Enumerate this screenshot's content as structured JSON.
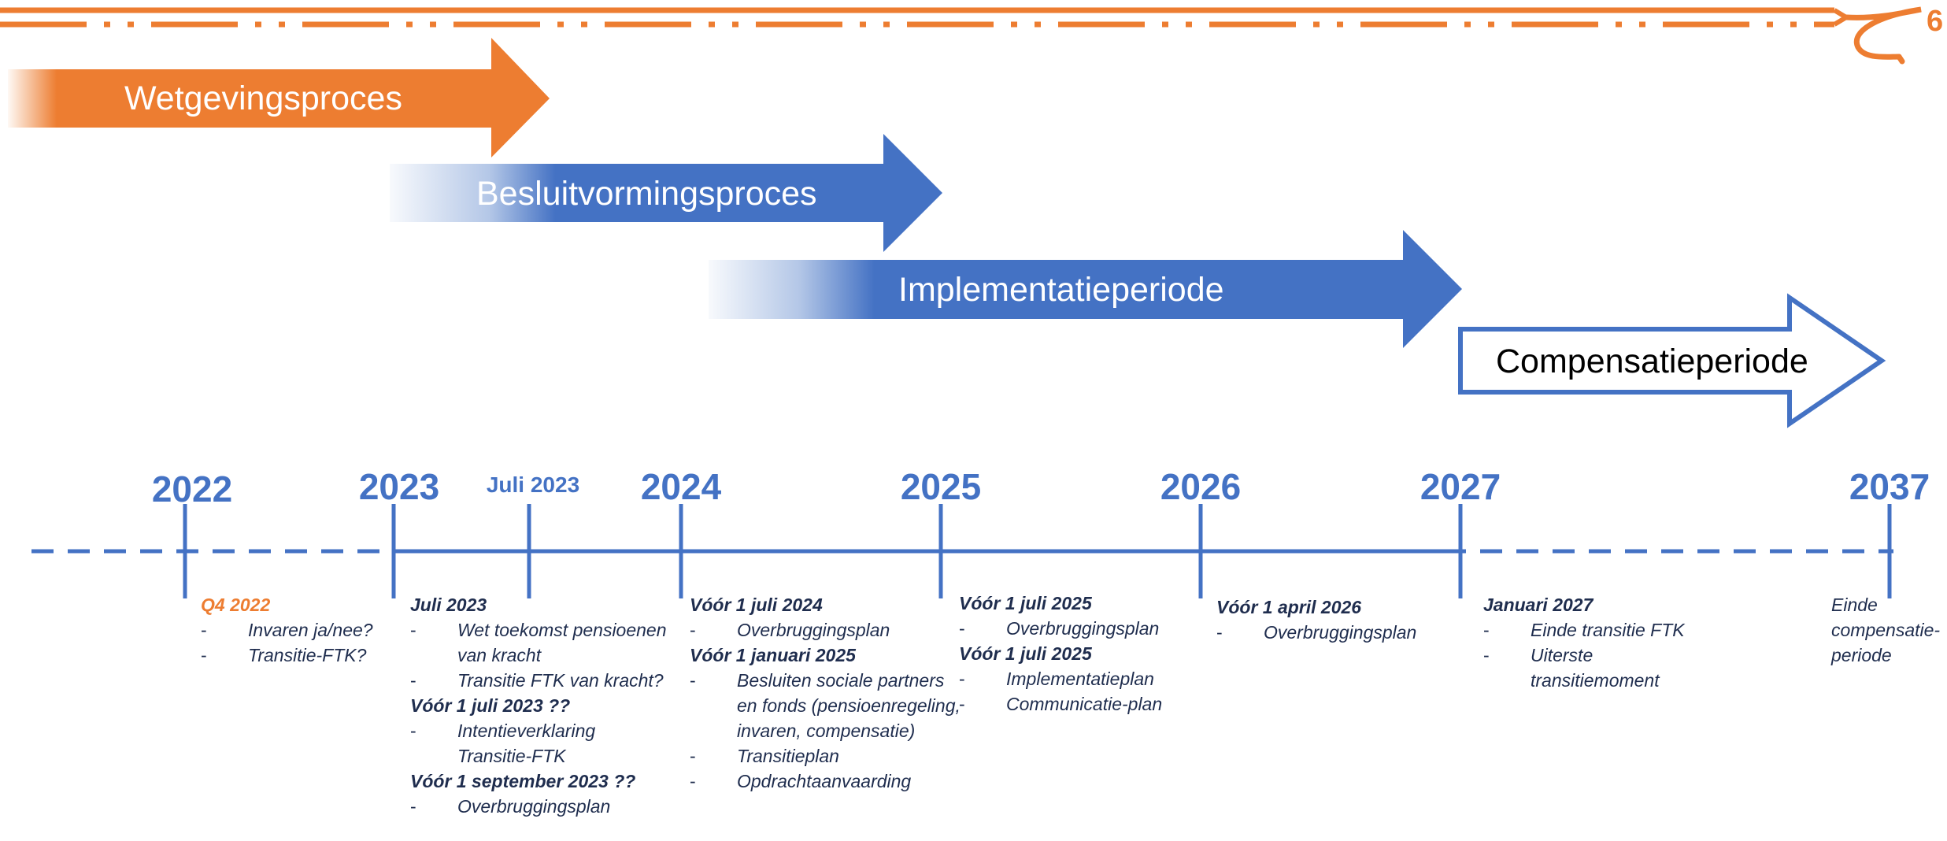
{
  "page_number": "6",
  "phases": [
    {
      "label": "Wetgevingsproces",
      "style": "solid",
      "color": "#ED7D31"
    },
    {
      "label": "Besluitvormingsproces",
      "style": "solid",
      "color": "#4472C4"
    },
    {
      "label": "Implementatieperiode",
      "style": "solid",
      "color": "#4472C4"
    },
    {
      "label": "Compensatieperiode",
      "style": "outline",
      "color": "#4472C4"
    }
  ],
  "timeline": {
    "years": [
      {
        "label": "2022"
      },
      {
        "label": "2023"
      },
      {
        "label": "Juli 2023"
      },
      {
        "label": "2024"
      },
      {
        "label": "2025"
      },
      {
        "label": "2026"
      },
      {
        "label": "2027"
      },
      {
        "label": "2037"
      }
    ]
  },
  "milestones": [
    {
      "groups": [
        {
          "heading": "Q4 2022",
          "items": [
            "Invaren ja/nee?",
            "Transitie-FTK?"
          ]
        }
      ]
    },
    {
      "groups": [
        {
          "heading": "Juli 2023",
          "items": [
            "Wet toekomst pensioenen van kracht",
            "Transitie FTK van kracht?"
          ]
        },
        {
          "heading": "Vóór 1 juli 2023 ??",
          "items": [
            "Intentieverklaring Transitie-FTK"
          ]
        },
        {
          "heading": "Vóór 1 september 2023 ??",
          "items": [
            "Overbruggingsplan"
          ]
        }
      ]
    },
    {
      "groups": [
        {
          "heading": "Vóór 1 juli 2024",
          "items": [
            "Overbruggingsplan"
          ]
        },
        {
          "heading": "Vóór 1 januari 2025",
          "items": [
            "Besluiten sociale partners en fonds (pensioenregeling, invaren, compensatie)",
            "Transitieplan",
            "Opdrachtaanvaarding"
          ]
        }
      ]
    },
    {
      "groups": [
        {
          "heading": "Vóór 1 juli 2025",
          "items": [
            "Overbruggingsplan"
          ]
        },
        {
          "heading": "Vóór 1 juli 2025",
          "items": [
            "Implementatieplan",
            "Communicatie-plan"
          ]
        }
      ]
    },
    {
      "groups": [
        {
          "heading": "Vóór 1 april 2026",
          "items": [
            "Overbruggingsplan"
          ]
        }
      ]
    },
    {
      "groups": [
        {
          "heading": "Januari 2027",
          "items": [
            "Einde transitie FTK",
            "Uiterste transitiemoment"
          ]
        }
      ]
    },
    {
      "groups": [
        {
          "heading": "",
          "items": []
        }
      ],
      "text": "Einde compensatie-periode"
    }
  ],
  "colors": {
    "orange": "#ED7D31",
    "blue": "#4472C4",
    "blue_light": "#B4C7E7",
    "text_dark": "#1F2D4E"
  },
  "icons": {
    "header_ornament": "loop-swirl-icon"
  }
}
